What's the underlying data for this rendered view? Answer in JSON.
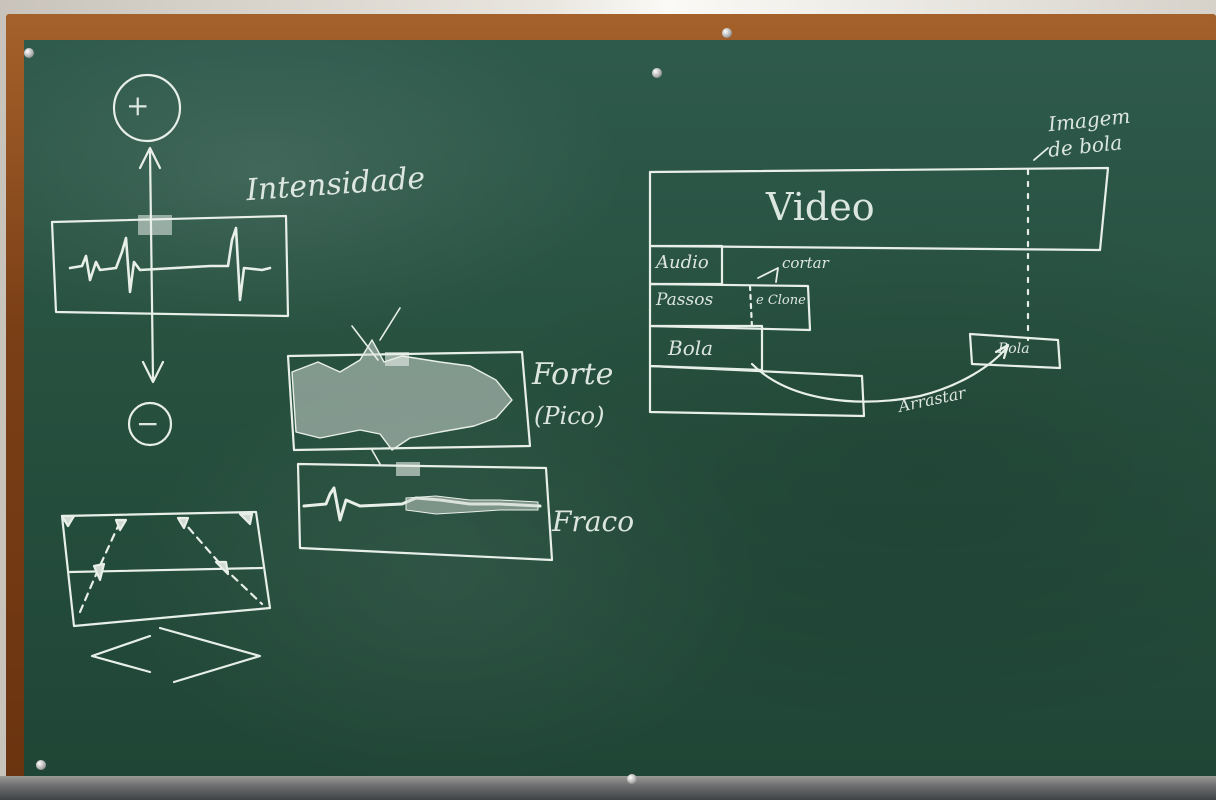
{
  "chalk_text": {
    "plus": "+",
    "minus": "−",
    "intensidade": "Intensidade",
    "forte": "Forte",
    "pico": "(Pico)",
    "fraco": "Fraco",
    "imagem": "Imagem",
    "de_bola": "de bola",
    "video": "Video",
    "audio": "Audio",
    "cortar": "cortar",
    "passos": "Passos",
    "clone": "e Clone",
    "bola": "Bola",
    "bola_small": "Bola",
    "arrastar": "Arrastar"
  },
  "colors": {
    "chalkboard": "#27503f",
    "frame": "#7b3f16",
    "chalk": "#e8efe9"
  }
}
